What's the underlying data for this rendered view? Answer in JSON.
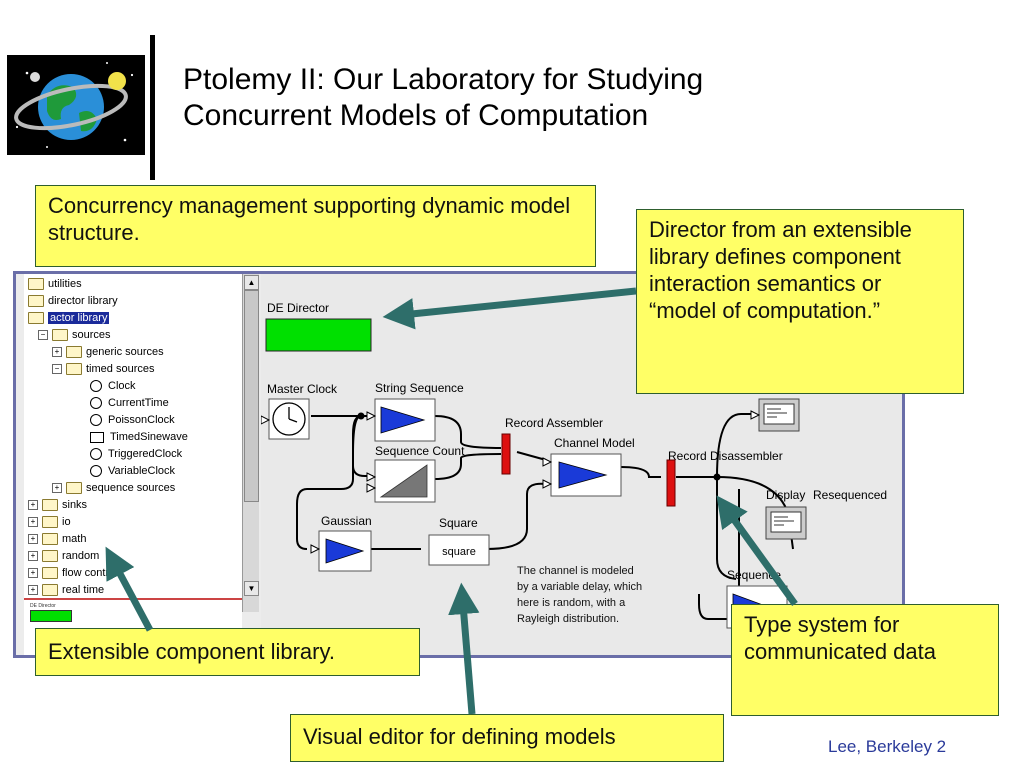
{
  "slide": {
    "title_line1": "Ptolemy II: Our Laboratory for Studying",
    "title_line2": "Concurrent Models of Computation",
    "footer": "Lee, Berkeley 2"
  },
  "callouts": {
    "concurrency": "Concurrency management supporting dynamic model structure.",
    "director": "Director from an extensible library defines component interaction semantics or “model of computation.”",
    "library": "Extensible component library.",
    "editor": "Visual editor for defining models",
    "types": "Type system for communicated data"
  },
  "tree": {
    "items": [
      {
        "label": "utilities",
        "icon": "folder-icon"
      },
      {
        "label": "director library",
        "icon": "folder-icon"
      },
      {
        "label": "actor library",
        "icon": "folder-open-icon",
        "selected": true
      },
      {
        "label": "sources",
        "icon": "folder-open-icon"
      },
      {
        "label": "generic sources",
        "icon": "folder-icon"
      },
      {
        "label": "timed sources",
        "icon": "folder-open-icon"
      },
      {
        "label": "Clock",
        "icon": "clock-icon"
      },
      {
        "label": "CurrentTime",
        "icon": "clock-icon"
      },
      {
        "label": "PoissonClock",
        "icon": "clock-icon"
      },
      {
        "label": "TimedSinewave",
        "icon": "sine-icon"
      },
      {
        "label": "TriggeredClock",
        "icon": "clock-icon"
      },
      {
        "label": "VariableClock",
        "icon": "clock-icon"
      },
      {
        "label": "sequence sources",
        "icon": "folder-icon"
      },
      {
        "label": "sinks",
        "icon": "folder-icon"
      },
      {
        "label": "io",
        "icon": "folder-icon"
      },
      {
        "label": "math",
        "icon": "folder-icon"
      },
      {
        "label": "random",
        "icon": "folder-icon"
      },
      {
        "label": "flow contr",
        "icon": "folder-icon"
      },
      {
        "label": "real time",
        "icon": "folder-icon"
      }
    ]
  },
  "mini_panel": {
    "label": "DE Director"
  },
  "model": {
    "director_label": "DE Director",
    "actors": {
      "master_clock": "Master Clock",
      "string_sequence": "String Sequence",
      "sequence_count": "Sequence Count",
      "record_assembler": "Record Assembler",
      "channel_model": "Channel Model",
      "record_disassembler": "Record Disassembler",
      "gaussian": "Gaussian",
      "square_title": "Square",
      "square_body": "square",
      "display": "Display",
      "resequenced": "Resequenced",
      "sequencer": "Sequence"
    },
    "annotation_line1": "The channel is modeled",
    "annotation_line2": "by a variable delay, which",
    "annotation_line3": "here is random, with a",
    "annotation_line4": "Rayleigh distribution."
  },
  "colors": {
    "callout_fill": "#ffff66",
    "arrow": "#2e6e6a",
    "director_fill": "#00e000",
    "actor_triangle": "#1a3ad8",
    "record_bar": "#dd1010",
    "title_text": "#000000",
    "credit_text": "#2a3a9a"
  }
}
